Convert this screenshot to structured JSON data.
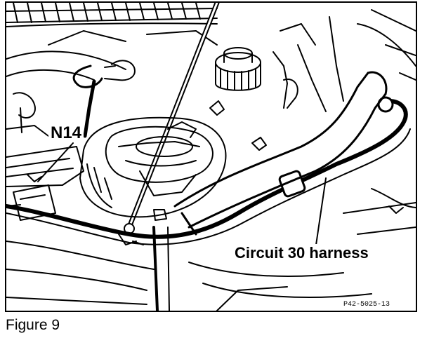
{
  "figure": {
    "caption": "Figure 9",
    "callouts": {
      "component_label": "N14",
      "harness_label": "Circuit 30 harness"
    },
    "drawing_code": "P42-5025-13"
  }
}
